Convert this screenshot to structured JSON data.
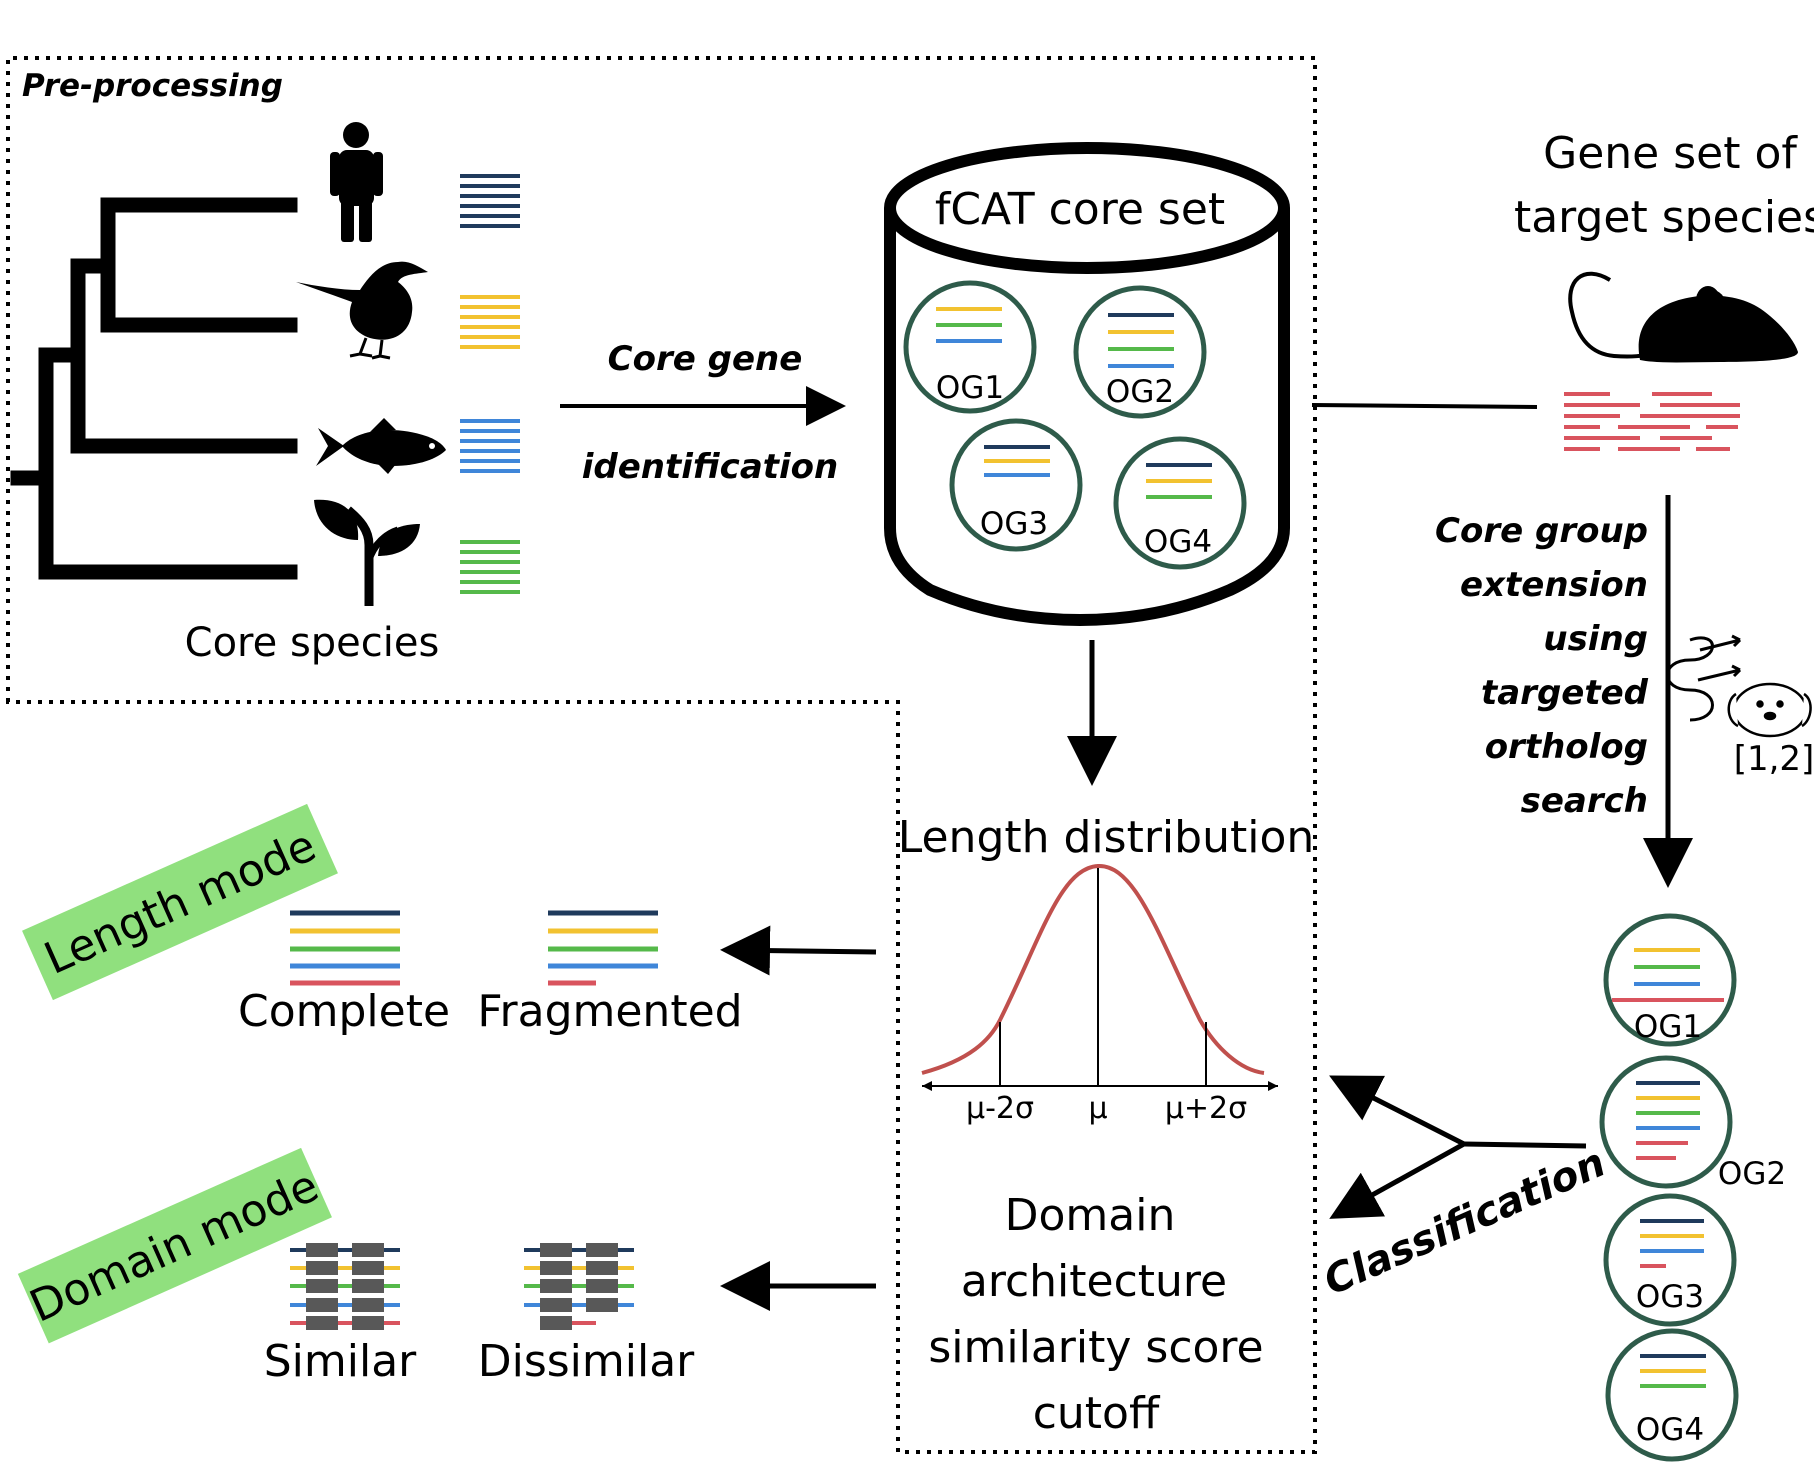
{
  "preprocessing": {
    "label": "Pre-processing",
    "core_species_label": "Core species"
  },
  "core_gene_identification": {
    "line1": "Core gene",
    "line2": "identification"
  },
  "core_set": {
    "title": "fCAT core set",
    "groups": [
      "OG1",
      "OG2",
      "OG3",
      "OG4"
    ]
  },
  "target": {
    "line1": "Gene set of",
    "line2": "target species"
  },
  "extension": {
    "lines": [
      "Core group",
      "extension",
      "using",
      "targeted",
      "ortholog",
      "search"
    ],
    "citation": "[1,2]"
  },
  "length_distribution": {
    "title": "Length distribution",
    "ticks": [
      "μ-2σ",
      "μ",
      "μ+2σ"
    ]
  },
  "domain_score": {
    "lines": [
      "Domain",
      "architecture",
      "similarity score",
      "cutoff"
    ]
  },
  "classification_label": "Classification",
  "length_mode": {
    "label": "Length mode",
    "outcomes": [
      "Complete",
      "Fragmented"
    ]
  },
  "domain_mode": {
    "label": "Domain mode",
    "outcomes": [
      "Similar",
      "Dissimilar"
    ]
  },
  "target_groups": [
    "OG1",
    "OG2",
    "OG3",
    "OG4"
  ],
  "colors": {
    "human": "#1f3a5c",
    "bird": "#f2c230",
    "fish": "#3f86d9",
    "plant": "#55b94a",
    "target": "#d9545e",
    "circle": "#2e5b4a",
    "mode_box": "#90e07e",
    "domain_block": "#585858",
    "curve": "#c0504d"
  }
}
